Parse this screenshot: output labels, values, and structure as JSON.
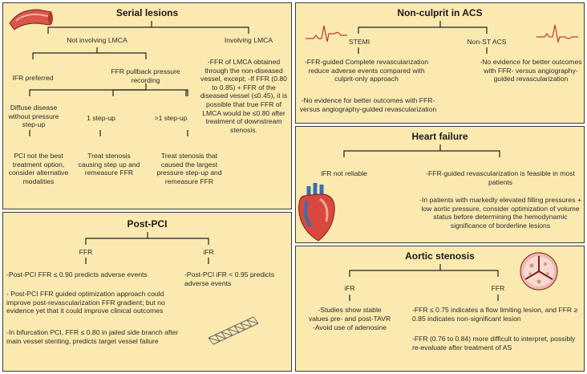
{
  "serial": {
    "title": "Serial lesions",
    "not_lmca": "Not involving LMCA",
    "involving_lmca": "Involving LMCA",
    "ifr_preferred": "IFR preferred",
    "ffr_pullback": "FFR pullback pressure recording",
    "diffuse": "Diffuse disease without pressure step-up",
    "one_step": "1 step-up",
    "gt_one_step": ">1 step-up",
    "pci_not_best": "PCI not the best treatment option, consider alternative modalities",
    "treat_one": "Treat stenosis causing step up and remeasure FFR",
    "treat_many": "Treat stenosis that caused the largest pressure step-up and remeasure FFR",
    "lmca_text": "-FFR of LMCA obtained through the non-diseased vessel, except; -If FFR (0.80 to 0.85) + FFR of the diseased vessel (≤0.45), it is possible that true FFR of LMCA would be ≤0.80 after treatment of downstream stenosis."
  },
  "post_pci": {
    "title": "Post-PCI",
    "ffr": "FFR",
    "ifr": "iFR",
    "ffr_1": "-Post-PCI FFR ≤ 0.90 predicts adverse events",
    "ffr_2": "- Post-PCI FFR guided optimization approach could improve post-revascularization FFR gradient; but no evidence yet that it could improve clinical outcomes",
    "ffr_3": "-In bifurcation PCI, FFR ≤ 0.80 in jailed side branch after main vessel stenting, predicts target vessel failure",
    "ifr_1": "-Post-PCI iFR < 0.95 predicts adverse events"
  },
  "acs": {
    "title": "Non-culprit in ACS",
    "stemi": "STEMI",
    "nste": "Non-ST ACS",
    "stemi_1": "-FFR-guided Complete revascularization reduce adverse events compared with culprit-only approach",
    "stemi_2": "-No evidence for better outcomes with FFR-versus angiography-guided revascularization",
    "nste_1": "-No evidence for better outcomes with FFR- versus angiography-guided revascularization"
  },
  "hf": {
    "title": "Heart failure",
    "ifr": "iFR not reliable",
    "ffr_1": "-FFR-guided revascularization is feasible in most patients",
    "ffr_2": "-In patients with markedly elevated filling pressures + low aortic pressure, consider optimization of volume status before determining the hemodynamic significance of borderline lesions"
  },
  "as": {
    "title": "Aortic stenosis",
    "ifr": "iFR",
    "ffr": "FFR",
    "ifr_1": "-Studies show stable values pre- and post-TAVR",
    "ifr_2": "-Avoid use of adenosine",
    "ffr_1": "-FFR ≤ 0.75 indicates a flow limiting lesion, and FFR ≥ 0.85 indicates non-significant lesion",
    "ffr_2": "-FFR (0.76 to 0.84) more difficult to interpret, possibly re-evaluate after treatment of AS"
  },
  "icons": {
    "vessel": "blood-vessel-icon",
    "ecg": "ecg-trace-icon",
    "heart": "heart-icon",
    "stent": "stent-icon",
    "valve": "aortic-valve-icon"
  },
  "colors": {
    "panel_fill": "#fbeab0",
    "panel_border": "#3a3a3a"
  }
}
